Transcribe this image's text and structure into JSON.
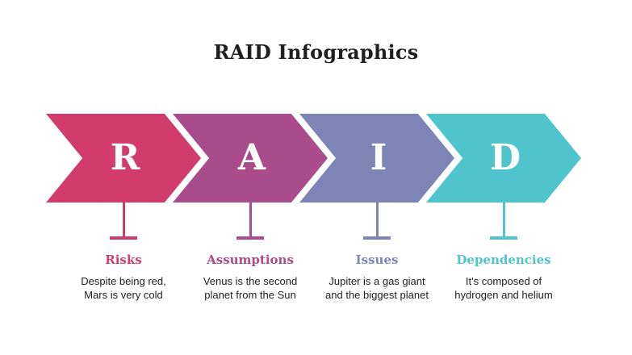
{
  "title": "RAID Infographics",
  "items": [
    {
      "letter": "R",
      "label": "Risks",
      "desc_line1": "Despite being red,",
      "desc_line2": "Mars is very cold",
      "color": "#d23c6d"
    },
    {
      "letter": "A",
      "label": "Assumptions",
      "desc_line1": "Venus is the second",
      "desc_line2": "planet from the Sun",
      "color": "#aa4b8b"
    },
    {
      "letter": "I",
      "label": "Issues",
      "desc_line1": "Jupiter is a gas giant",
      "desc_line2": "and the biggest planet",
      "color": "#7e84b6"
    },
    {
      "letter": "D",
      "label": "Dependencies",
      "desc_line1": "It's composed of",
      "desc_line2": "hydrogen and helium",
      "color": "#4fc4cc"
    }
  ],
  "text_color": "#212121",
  "background_color": "#ffffff"
}
